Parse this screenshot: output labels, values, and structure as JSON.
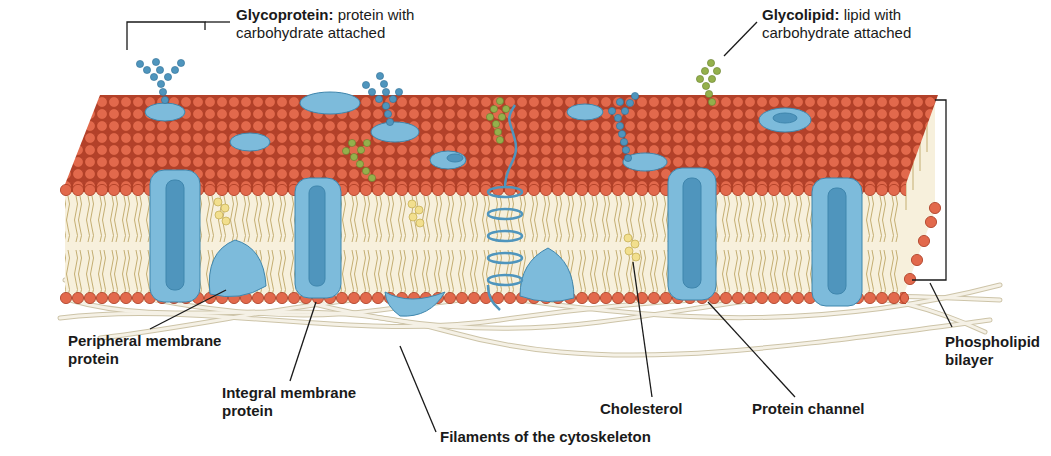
{
  "diagram": {
    "labels": [
      "Glycoprotein:",
      "protein with carbohydrate attached",
      "Glycolipid:",
      "lipid with carbohydrate attached",
      "Peripheral membrane protein",
      "Integral membrane protein",
      "Filaments of the cytoskeleton",
      "Cholesterol",
      "Protein channel",
      "Phospholipid bilayer"
    ]
  }
}
